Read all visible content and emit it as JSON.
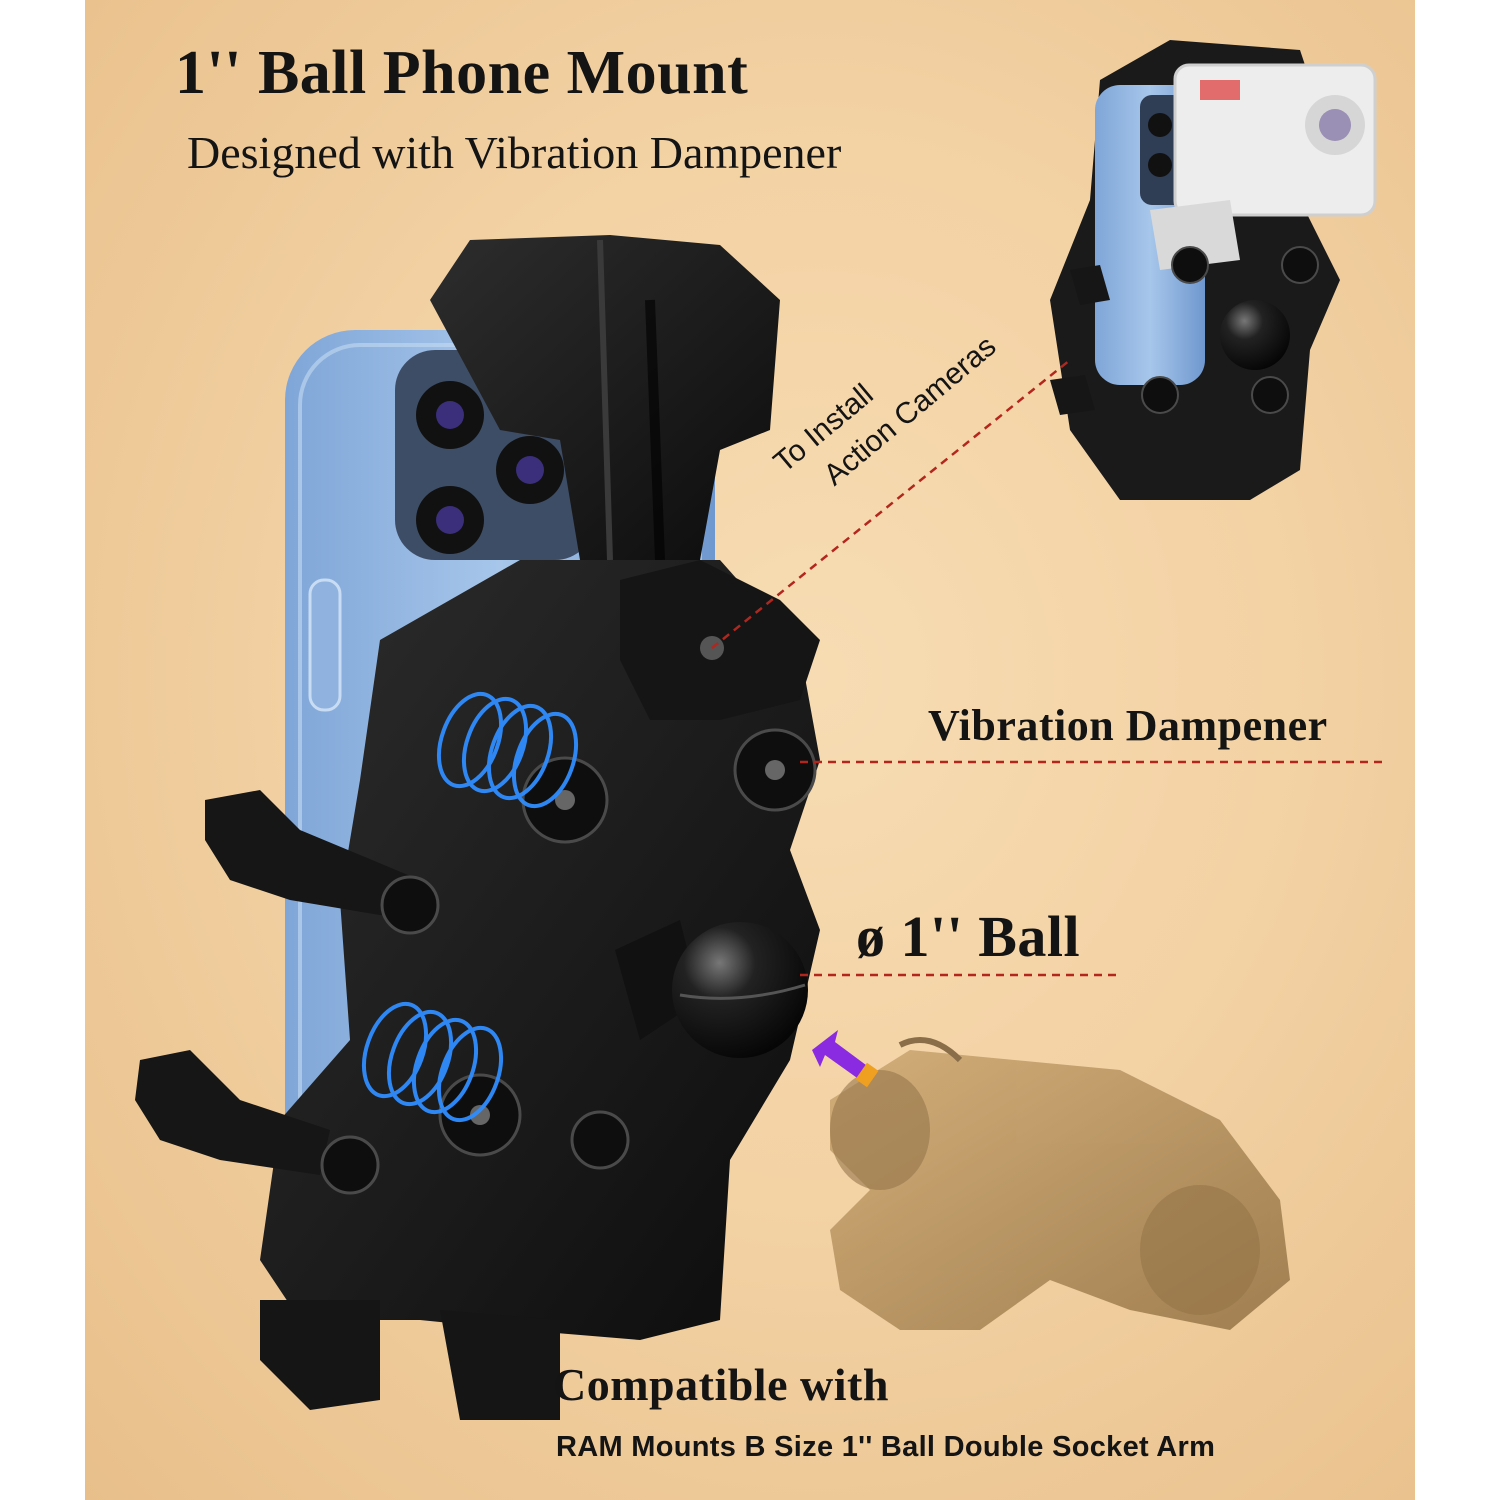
{
  "title": "1'' Ball Phone Mount",
  "subtitle": "Designed with Vibration Dampener",
  "callouts": {
    "action_line1": "To Install",
    "action_line2": "Action Cameras",
    "vibration": "Vibration Dampener",
    "ball": "ø 1'' Ball"
  },
  "compatible": {
    "heading": "Compatible with",
    "detail": "RAM Mounts B Size 1'' Ball Double Socket Arm"
  },
  "colors": {
    "background": "#f3d2a4",
    "mount_body": "#1a1a1a",
    "phone_case": "#9dbde3",
    "spring_glow": "#2f8dff",
    "callout_line": "#b3261e",
    "arrow": "#8a2be2",
    "socket_arm": "#b08a55"
  },
  "icons": [
    "phone-mount-illustration",
    "action-camera-illustration",
    "spring-icon",
    "ball-icon",
    "socket-arm-illustration",
    "insert-arrow-icon"
  ]
}
